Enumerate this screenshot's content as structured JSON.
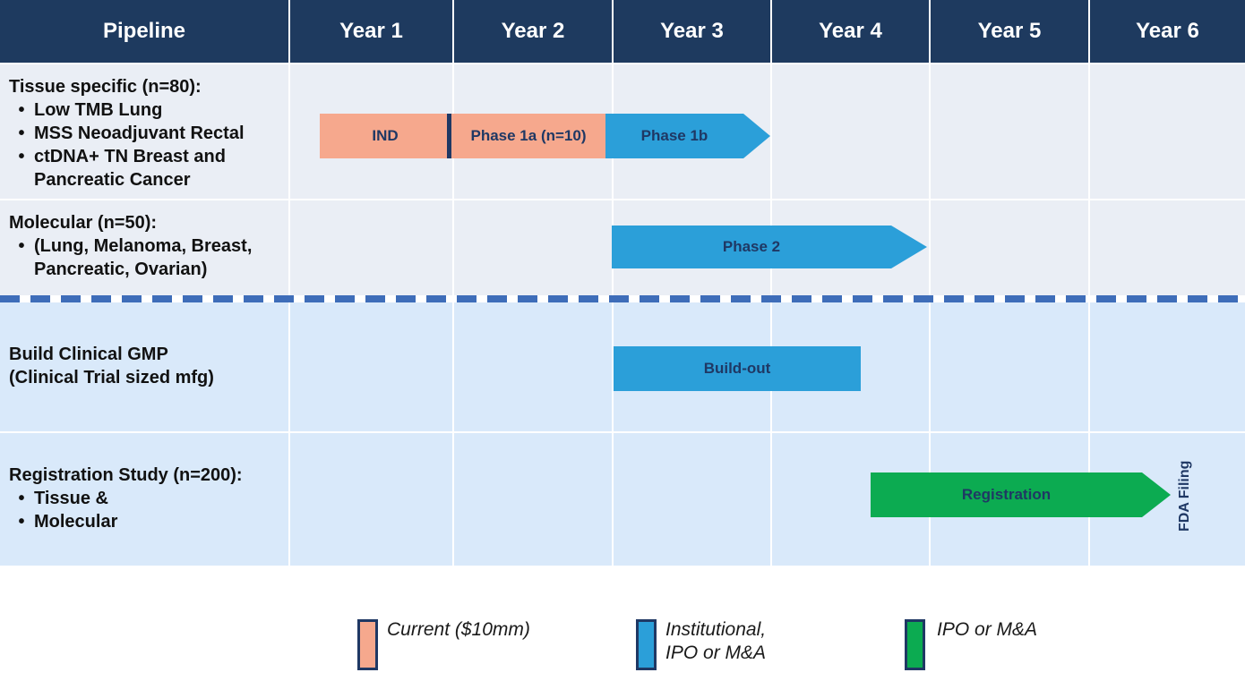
{
  "header": {
    "pipeline": "Pipeline",
    "years": [
      "Year 1",
      "Year 2",
      "Year 3",
      "Year 4",
      "Year 5",
      "Year 6"
    ]
  },
  "rows": [
    {
      "title": "Tissue specific (n=80):",
      "bullets": [
        "Low TMB Lung",
        "MSS Neoadjuvant Rectal",
        "ctDNA+ TN Breast and Pancreatic Cancer"
      ]
    },
    {
      "title": "Molecular (n=50):",
      "bullets": [
        "(Lung, Melanoma, Breast, Pancreatic, Ovarian)"
      ]
    },
    {
      "title": "Build Clinical GMP",
      "subtitle": "(Clinical Trial sized mfg)",
      "bullets": []
    },
    {
      "title": "Registration Study (n=200):",
      "bullets": [
        "Tissue &",
        "Molecular"
      ]
    }
  ],
  "bars": {
    "ind": "IND",
    "phase1a": "Phase 1a (n=10)",
    "phase1b": "Phase 1b",
    "phase2": "Phase 2",
    "buildout": "Build-out",
    "registration": "Registration",
    "fda_filing": "FDA Filing"
  },
  "legend": [
    {
      "label": "Current ($10mm)",
      "color": "#f6a88d"
    },
    {
      "label": "Institutional,\nIPO or M&A",
      "color": "#2b9fd9"
    },
    {
      "label": "IPO or M&A",
      "color": "#0cab51"
    }
  ],
  "colors": {
    "header_bg": "#1e3a5f",
    "upper_row_bg": "#eaeef5",
    "lower_row_bg": "#d9e9fa",
    "salmon_bar": "#f6a88d",
    "blue_bar": "#2b9fd9",
    "green_bar": "#0cab51",
    "bar_text": "#1f3864",
    "dashed_separator": "#3e6db9"
  },
  "chart_data": {
    "type": "gantt",
    "title": "Pipeline",
    "x_axis": {
      "categories": [
        "Year 1",
        "Year 2",
        "Year 3",
        "Year 4",
        "Year 5",
        "Year 6"
      ],
      "range_years": [
        1,
        7
      ]
    },
    "legend_position": "bottom",
    "dashed_separator_after_row": "Molecular (n=50):",
    "rows": [
      {
        "row": "Tissue specific (n=80):",
        "tasks": [
          {
            "name": "IND",
            "start_year": 1.2,
            "end_year": 2.0,
            "category": "Current ($10mm)",
            "shape": "rect"
          },
          {
            "name": "Phase 1a (n=10)",
            "start_year": 2.0,
            "end_year": 3.0,
            "category": "Current ($10mm)",
            "shape": "rect"
          },
          {
            "name": "Phase 1b",
            "start_year": 3.0,
            "end_year": 4.0,
            "category": "Institutional, IPO or M&A",
            "shape": "arrow"
          }
        ]
      },
      {
        "row": "Molecular (n=50):",
        "tasks": [
          {
            "name": "Phase 2",
            "start_year": 3.0,
            "end_year": 5.0,
            "category": "Institutional, IPO or M&A",
            "shape": "arrow"
          }
        ]
      },
      {
        "row": "Build Clinical GMP (Clinical Trial sized mfg)",
        "tasks": [
          {
            "name": "Build-out",
            "start_year": 3.0,
            "end_year": 4.55,
            "category": "Institutional, IPO or M&A",
            "shape": "rect"
          }
        ]
      },
      {
        "row": "Registration Study (n=200):",
        "tasks": [
          {
            "name": "Registration",
            "start_year": 4.6,
            "end_year": 6.5,
            "category": "IPO or M&A",
            "shape": "arrow",
            "end_milestone": "FDA Filing"
          }
        ]
      }
    ]
  }
}
